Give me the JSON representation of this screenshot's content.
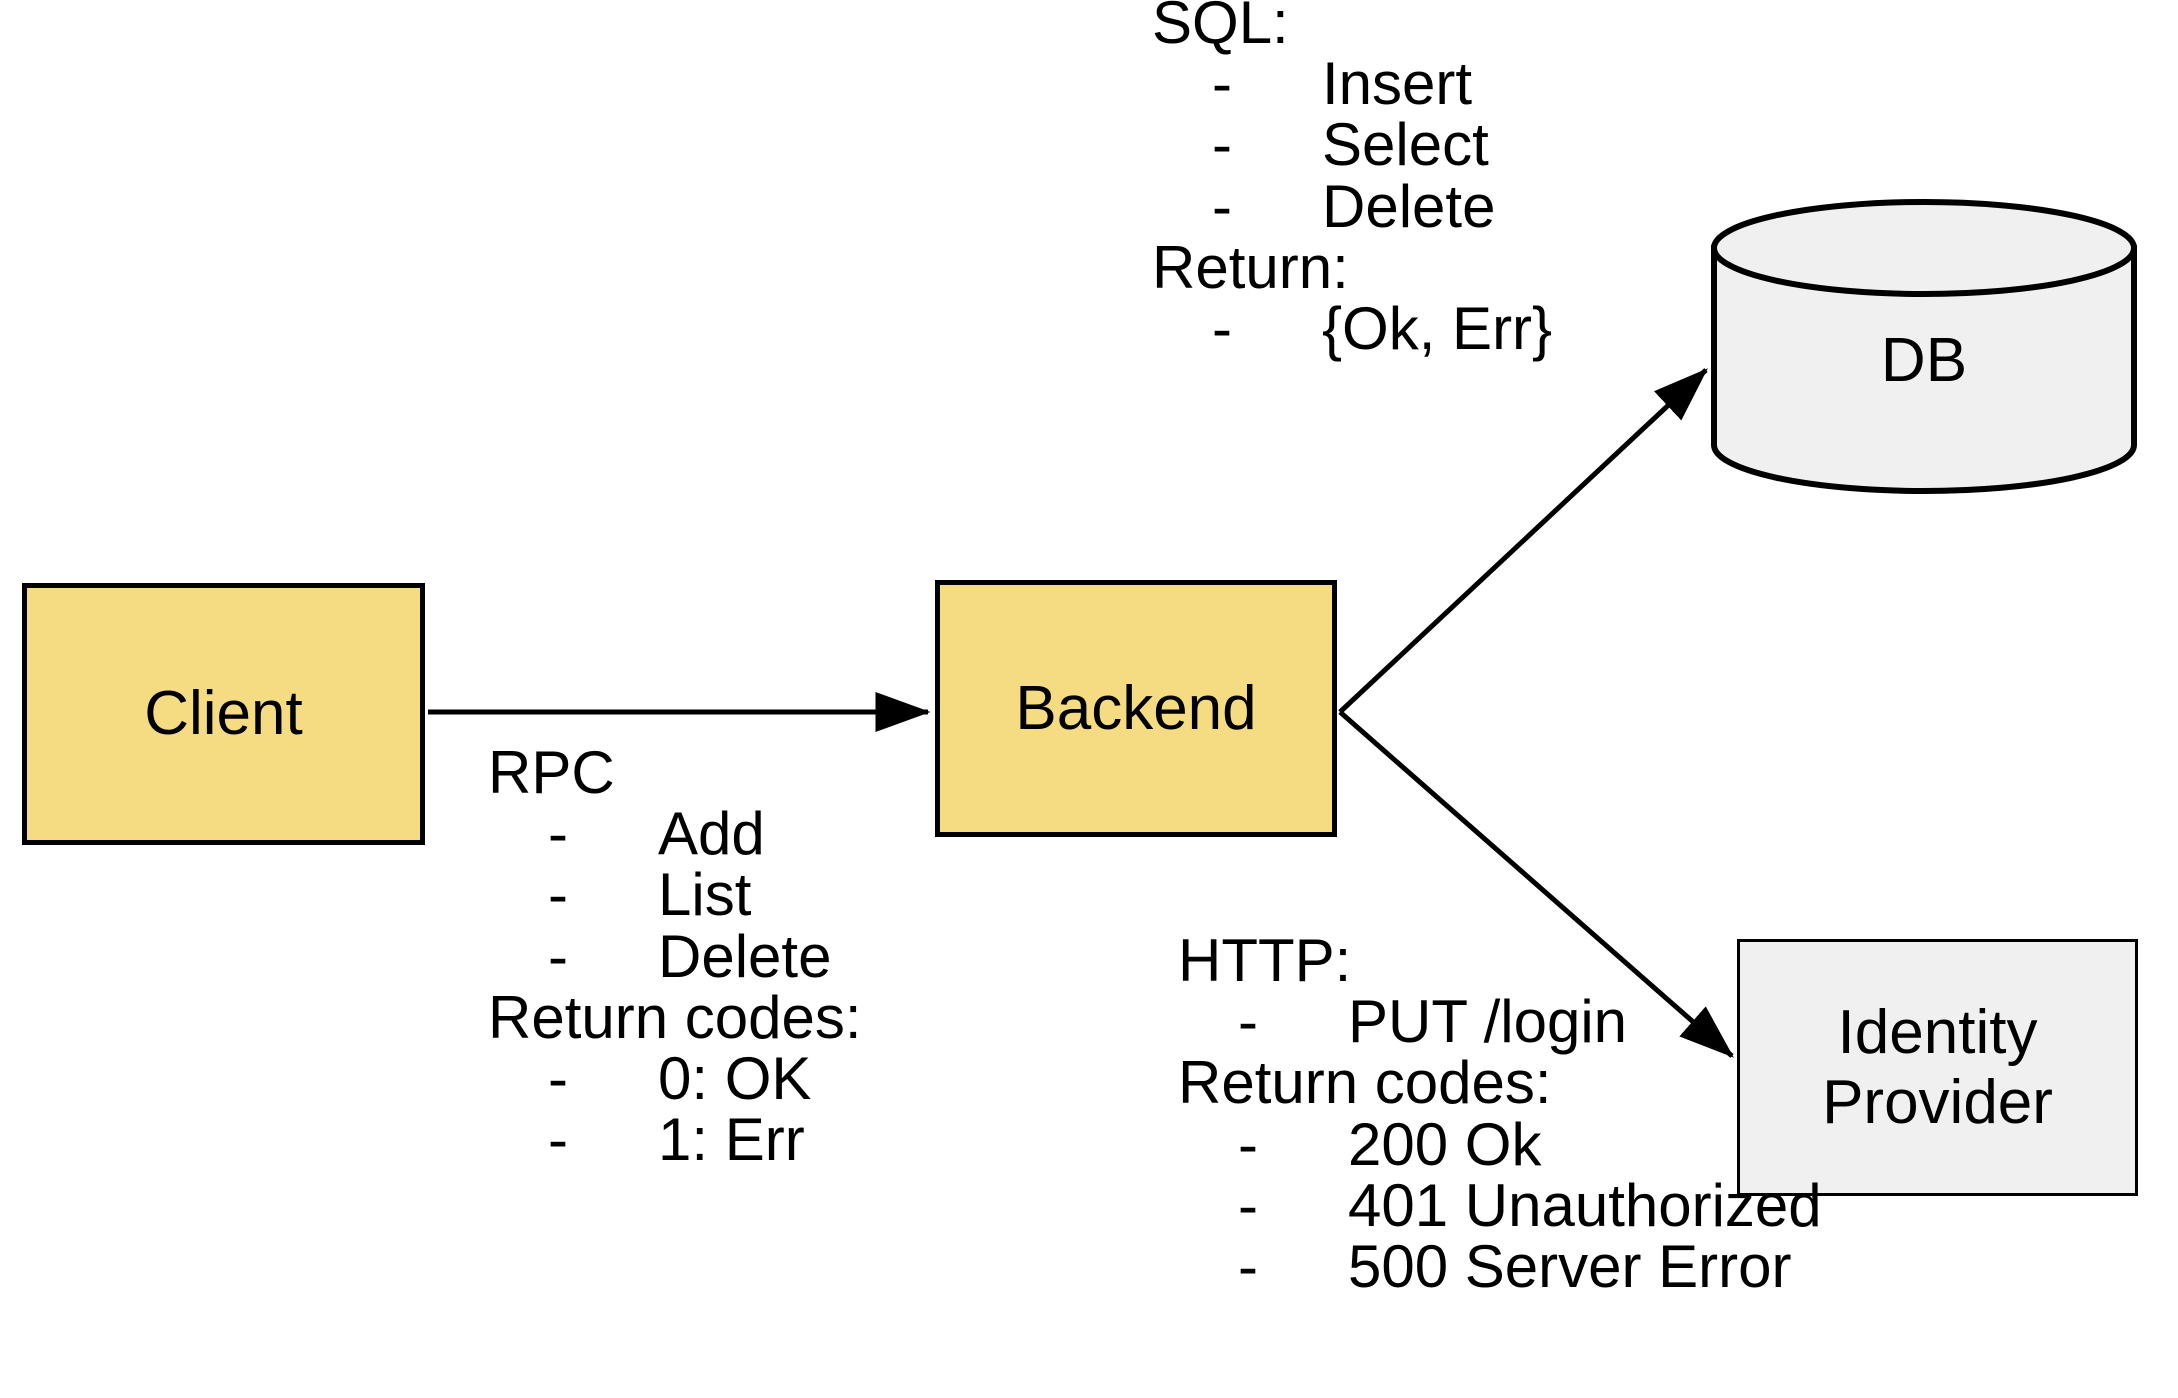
{
  "diagram": {
    "title": "Client / Backend / DB / Identity Provider architecture",
    "colors": {
      "service_fill": "#F5DC82",
      "store_fill": "#F0F0F0",
      "stroke": "#000000",
      "background": "#FFFFFF"
    }
  },
  "nodes": {
    "client": {
      "label": "Client",
      "shape": "rectangle",
      "fill": "#F5DC82"
    },
    "backend": {
      "label": "Backend",
      "shape": "rectangle",
      "fill": "#F5DC82"
    },
    "db": {
      "label": "DB",
      "shape": "cylinder",
      "fill": "#F0F0F0"
    },
    "identity_provider": {
      "label_line_1": "Identity",
      "label_line_2": "Provider",
      "shape": "rectangle",
      "fill": "#F0F0F0"
    }
  },
  "edges": [
    {
      "from": "client",
      "to": "backend",
      "style": "arrow",
      "annotation": "rpc"
    },
    {
      "from": "backend",
      "to": "db",
      "style": "arrow",
      "annotation": "sql"
    },
    {
      "from": "backend",
      "to": "identity_provider",
      "style": "arrow",
      "annotation": "http"
    }
  ],
  "annotations": {
    "rpc": {
      "heading": "RPC",
      "items": [
        "Add",
        "List",
        "Delete"
      ],
      "returns_heading": "Return codes:",
      "returns": [
        "0: OK",
        "1: Err"
      ],
      "dash": "-"
    },
    "sql": {
      "heading": "SQL:",
      "items": [
        "Insert",
        "Select",
        "Delete"
      ],
      "returns_heading": "Return:",
      "returns": [
        "{Ok, Err}"
      ],
      "dash": "-"
    },
    "http": {
      "heading": "HTTP:",
      "items": [
        "PUT /login"
      ],
      "returns_heading": "Return codes:",
      "returns": [
        "200 Ok",
        "401 Unauthorized",
        "500 Server Error"
      ],
      "dash": "-"
    }
  }
}
